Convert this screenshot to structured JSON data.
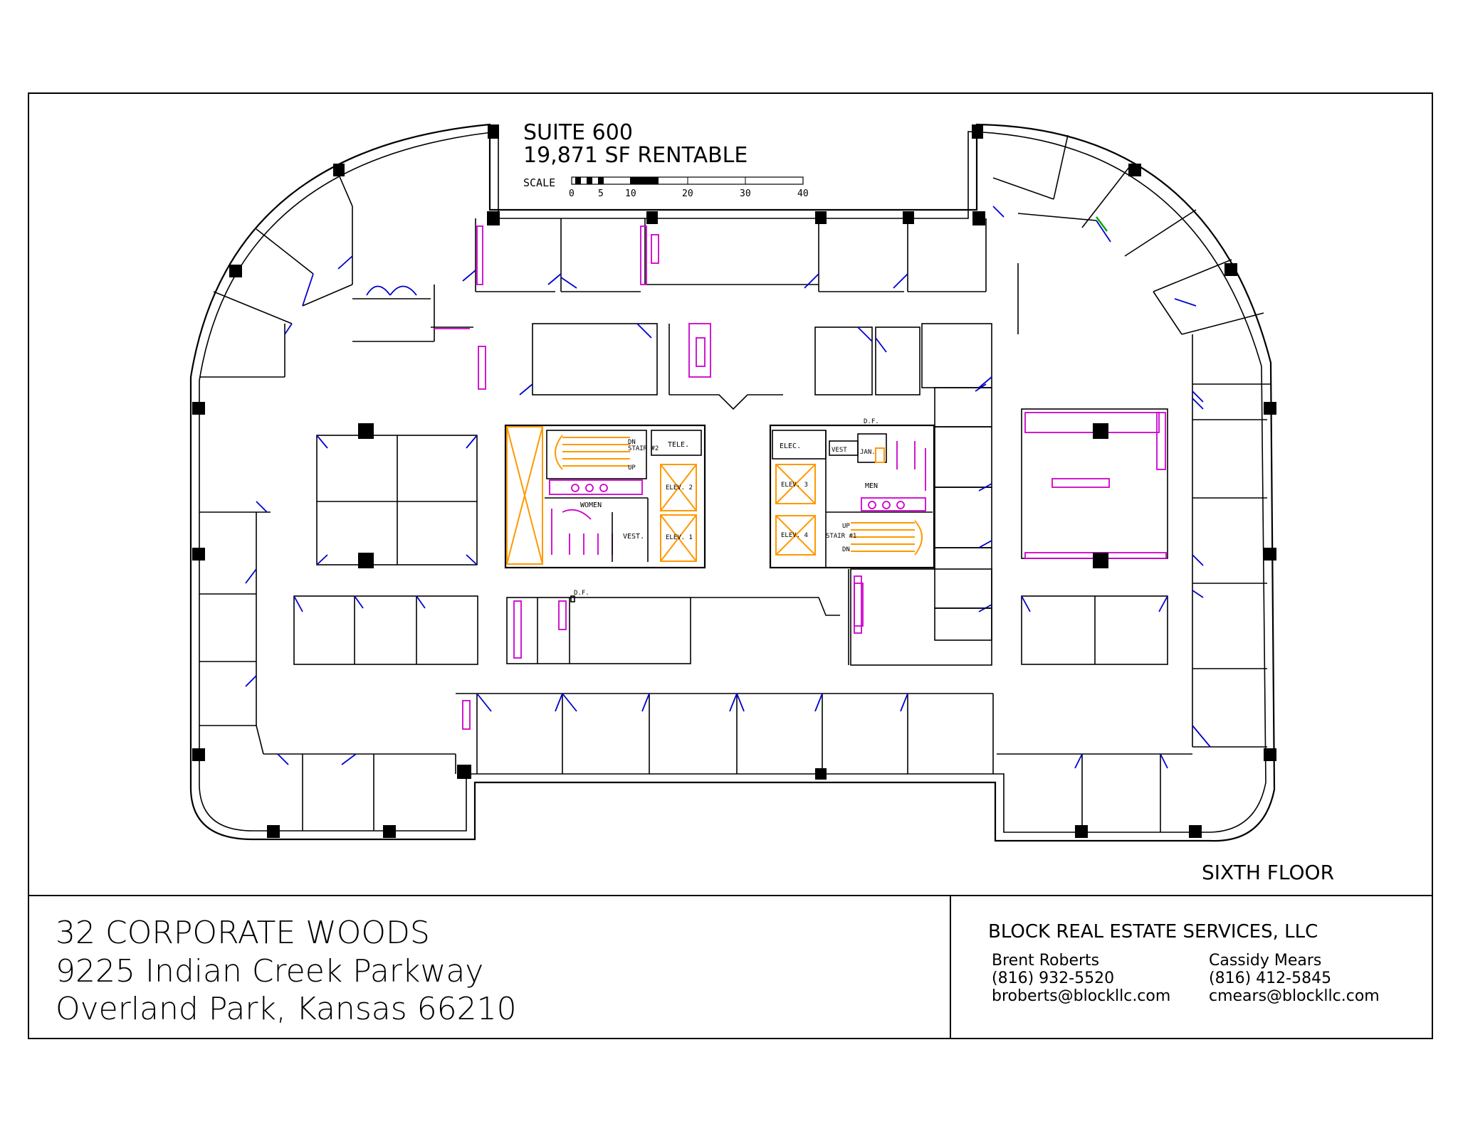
{
  "plan": {
    "suite": "SUITE 600",
    "area": "19,871 SF RENTABLE",
    "scale_label": "SCALE",
    "scale_ticks": [
      "0",
      "5",
      "10",
      "20",
      "30",
      "40"
    ],
    "floor": "SIXTH FLOOR",
    "room_labels": {
      "stair2": "STAIR #2",
      "stair1": "STAIR #1",
      "dn": "DN",
      "up": "UP",
      "tele": "TELE.",
      "women": "WOMEN",
      "vest": "VEST.",
      "vest2": "VEST",
      "elev1": "ELEV. 1",
      "elev2": "ELEV. 2",
      "elev3": "ELEV. 3",
      "elev4": "ELEV. 4",
      "elec": "ELEC.",
      "jan": "JAN.",
      "men": "MEN",
      "df": "D.F."
    }
  },
  "title_block": {
    "building": "32 CORPORATE WOODS",
    "street": "9225 Indian Creek Parkway",
    "city": "Overland Park, Kansas 66210",
    "company": "BLOCK REAL ESTATE SERVICES, LLC",
    "agents": [
      {
        "name": "Brent Roberts",
        "phone": "(816) 932-5520",
        "email": "broberts@blockllc.com"
      },
      {
        "name": "Cassidy Mears",
        "phone": "(816) 412-5845",
        "email": "cmears@blockllc.com"
      }
    ]
  },
  "colors": {
    "walls": "#000000",
    "doors": "#0000cc",
    "fixtures": "#cc00cc",
    "core": "#ff9900"
  }
}
